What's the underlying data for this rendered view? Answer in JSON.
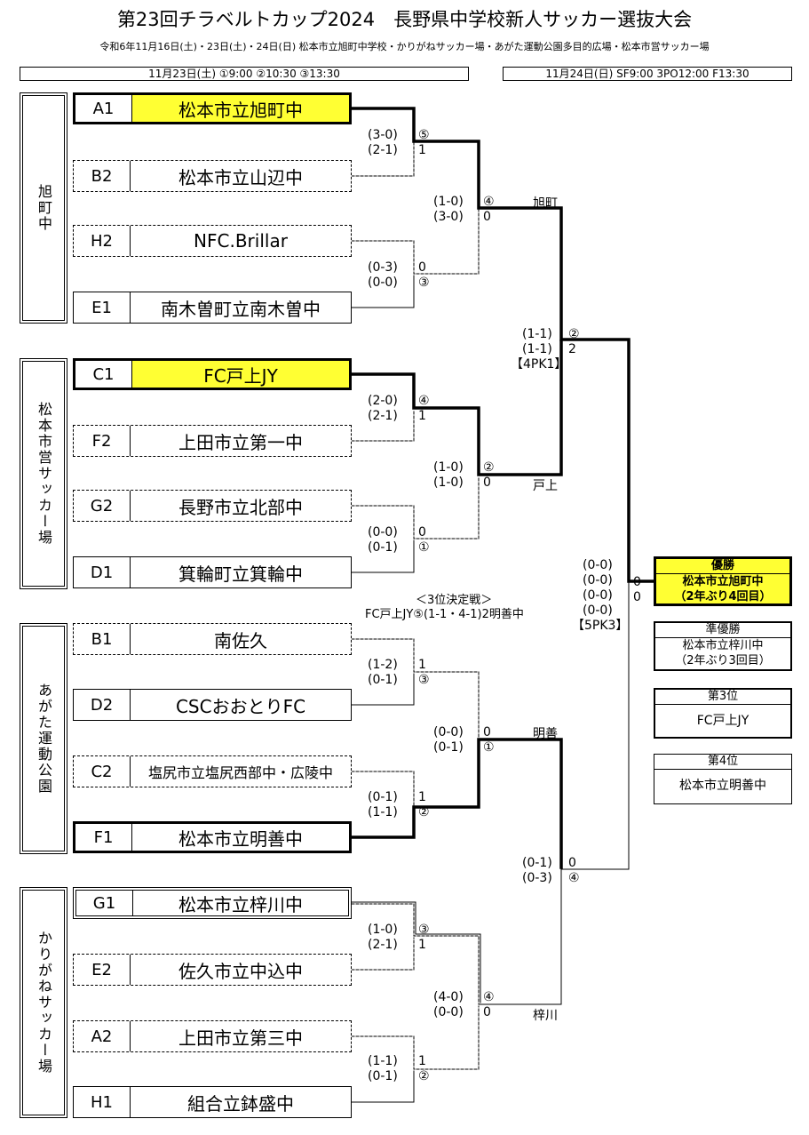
{
  "header": {
    "title": "第23回チラベルトカップ2024　長野県中学校新人サッカー選抜大会",
    "subtitle": "令和6年11月16日(土)・23日(土)・24日(日)  松本市立旭町中学校・かりがねサッカー場・あがた運動公園多目的広場・松本市営サッカー場"
  },
  "schedule": {
    "day1": "11月23日(土) ①9:00 ②10:30 ③13:30",
    "day2": "11月24日(日) SF9:00 3PO12:00 F13:30"
  },
  "venues": [
    "旭町中",
    "松本市営サッカー場",
    "あがた運動公園",
    "かりがねサッカー場"
  ],
  "teams": [
    {
      "seed": "A1",
      "name": "松本市立旭町中"
    },
    {
      "seed": "B2",
      "name": "松本市立山辺中"
    },
    {
      "seed": "H2",
      "name": "NFC.Brillar"
    },
    {
      "seed": "E1",
      "name": "南木曽町立南木曽中"
    },
    {
      "seed": "C1",
      "name": "FC戸上JY"
    },
    {
      "seed": "F2",
      "name": "上田市立第一中"
    },
    {
      "seed": "G2",
      "name": "長野市立北部中"
    },
    {
      "seed": "D1",
      "name": "箕輪町立箕輪中"
    },
    {
      "seed": "B1",
      "name": "南佐久"
    },
    {
      "seed": "D2",
      "name": "CSCおおとりFC"
    },
    {
      "seed": "C2",
      "name": "塩尻市立塩尻西部中・広陵中"
    },
    {
      "seed": "F1",
      "name": "松本市立明善中"
    },
    {
      "seed": "G1",
      "name": "松本市立梓川中"
    },
    {
      "seed": "E2",
      "name": "佐久市立中込中"
    },
    {
      "seed": "A2",
      "name": "上田市立第三中"
    },
    {
      "seed": "H1",
      "name": "組合立鉢盛中"
    }
  ],
  "scores": {
    "r1m1": [
      "(3-0)",
      "(2-1)",
      "⑤",
      "1"
    ],
    "r1m2": [
      "(0-3)",
      "(0-0)",
      "0",
      "③"
    ],
    "r1m3": [
      "(2-0)",
      "(2-1)",
      "④",
      "1"
    ],
    "r1m4": [
      "(0-0)",
      "(0-1)",
      "0",
      "①"
    ],
    "r1m5": [
      "(1-2)",
      "(0-1)",
      "1",
      "③"
    ],
    "r1m6": [
      "(0-1)",
      "(1-1)",
      "1",
      "②"
    ],
    "r1m7": [
      "(1-0)",
      "(2-1)",
      "③",
      "1"
    ],
    "r1m8": [
      "(1-1)",
      "(0-1)",
      "1",
      "②"
    ],
    "qf1": [
      "(1-0)",
      "(3-0)",
      "④",
      "0"
    ],
    "qf2": [
      "(1-0)",
      "(1-0)",
      "②",
      "0"
    ],
    "qf3": [
      "(0-0)",
      "(0-1)",
      "0",
      "①"
    ],
    "qf4": [
      "(4-0)",
      "(0-0)",
      "④",
      "0"
    ],
    "sf1": [
      "(1-1)",
      "(1-1)",
      "②",
      "2",
      "【4PK1】"
    ],
    "sf2": [
      "(0-1)",
      "(0-3)",
      "0",
      "④"
    ],
    "final": [
      "(0-0)",
      "(0-0)",
      "(0-0)",
      "(0-0)",
      "【5PK3】",
      "0",
      "0"
    ]
  },
  "winners": {
    "qf1": "旭町",
    "qf2": "戸上",
    "qf3": "明善",
    "qf4": "梓川"
  },
  "third_place": {
    "title": "＜3位決定戦＞",
    "result": "FC戸上JY⑤(1-1・4-1)2明善中"
  },
  "results": {
    "champion": {
      "label": "優勝",
      "name": "松本市立旭町中",
      "note": "（2年ぶり4回目）"
    },
    "runner_up": {
      "label": "準優勝",
      "name": "松本市立梓川中",
      "note": "（2年ぶり3回目）"
    },
    "third": {
      "label": "第3位",
      "name": "FC戸上JY"
    },
    "fourth": {
      "label": "第4位",
      "name": "松本市立明善中"
    }
  }
}
